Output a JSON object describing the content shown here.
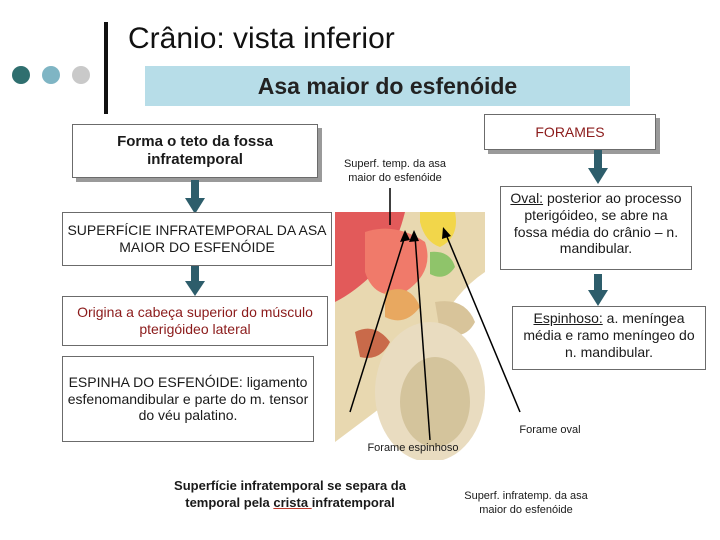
{
  "header": {
    "title": "Crânio: vista inferior",
    "subtitle": "Asa maior do esfenóide"
  },
  "colors": {
    "dot_dark": "#2f6f6f",
    "dot_mid": "#7fb5c4",
    "dot_light": "#c9c9c9",
    "subtitle_bg": "#b7dde8",
    "arrow_fill": "#2d5d6b",
    "accent_red": "#c0392b"
  },
  "left": {
    "box1": "Forma o teto da fossa infratemporal",
    "box2": "SUPERFÍCIE INFRATEMPORAL DA ASA MAIOR DO ESFENÓIDE",
    "box3": "Origina a cabeça superior do músculo pterigóideo lateral",
    "box4": "ESPINHA DO ESFENÓIDE: ligamento esfenomandibular e parte do m. tensor do véu palatino."
  },
  "right": {
    "forames_title": "FORAMES",
    "oval_label": "Oval:",
    "oval_text": " posterior ao processo pterigóideo, se abre na fossa média do crânio – n. mandibular.",
    "espinhoso_label": "Espinhoso:",
    "espinhoso_text": " a. meníngea média e ramo meníngeo do n. mandibular."
  },
  "labels": {
    "superf_temp": "Superf. temp. da asa maior do esfenóide",
    "forame_espinhoso": "Forame espinhoso",
    "forame_oval": "Forame oval",
    "superf_infratemp": "Superf. infratemp. da asa maior do esfenóide"
  },
  "bottom": {
    "line1": "Superfície infratemporal se separa da",
    "line2_a": "temporal pela ",
    "line2_u": "crista ",
    "line2_b": "infratemporal"
  },
  "image": {
    "icon": "skull-inferior-view-photo"
  }
}
